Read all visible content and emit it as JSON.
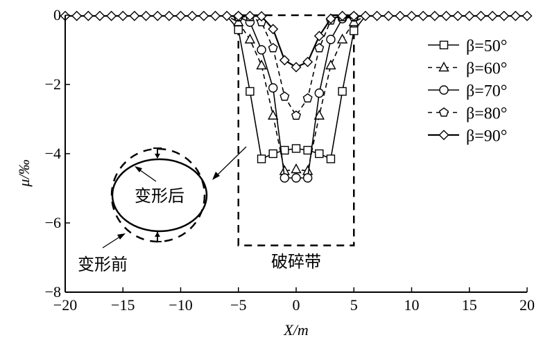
{
  "chart_data": {
    "type": "line",
    "title": "",
    "xlabel": "X/m",
    "ylabel": "μ/‰",
    "xlim": [
      -20,
      20
    ],
    "ylim": [
      -8,
      0
    ],
    "xticks": [
      -20,
      -15,
      -10,
      -5,
      0,
      5,
      10,
      15,
      20
    ],
    "yticks": [
      0,
      -2,
      -4,
      -6,
      -8
    ],
    "xtick_labels": [
      "−20",
      "−15",
      "−10",
      "−5",
      "0",
      "5",
      "10",
      "15",
      "20"
    ],
    "ytick_labels": [
      "0",
      "−2",
      "−4",
      "−6",
      "−8"
    ],
    "legend_position": "top-right",
    "x": [
      -5,
      -4,
      -3,
      -2,
      -1,
      0,
      1,
      2,
      3,
      4,
      5
    ],
    "series": [
      {
        "name": "β=50°",
        "marker": "square",
        "dash": false,
        "values": [
          -0.42,
          -2.2,
          -4.15,
          -4.0,
          -3.9,
          -3.85,
          -3.9,
          -4.0,
          -4.15,
          -2.2,
          -0.45
        ]
      },
      {
        "name": "β=60°",
        "marker": "triangle",
        "dash": true,
        "values": [
          -0.2,
          -0.7,
          -1.45,
          -2.9,
          -4.5,
          -4.45,
          -4.5,
          -2.9,
          -1.45,
          -0.7,
          -0.2
        ]
      },
      {
        "name": "β=70°",
        "marker": "circle",
        "dash": false,
        "values": [
          -0.05,
          -0.2,
          -1.0,
          -2.1,
          -4.7,
          -4.7,
          -4.7,
          -2.25,
          -0.7,
          -0.1,
          -0.05
        ]
      },
      {
        "name": "β=80°",
        "marker": "pentagon",
        "dash": true,
        "values": [
          -0.05,
          -0.05,
          -0.2,
          -0.95,
          -2.35,
          -2.9,
          -2.4,
          -0.95,
          -0.15,
          -0.05,
          -0.05
        ]
      },
      {
        "name": "β=90°",
        "marker": "diamond",
        "dash": false,
        "values": [
          -0.02,
          -0.02,
          -0.03,
          -0.4,
          -1.3,
          -1.5,
          -1.35,
          -0.6,
          -0.1,
          -0.02,
          -0.02
        ]
      }
    ],
    "flat_value": -0.02,
    "annotations": {
      "after": "变形后",
      "before": "变形前",
      "zone": "破碎带"
    },
    "zone_range_x": [
      -5,
      5
    ],
    "zone_range_y": [
      0,
      -6.65
    ]
  }
}
